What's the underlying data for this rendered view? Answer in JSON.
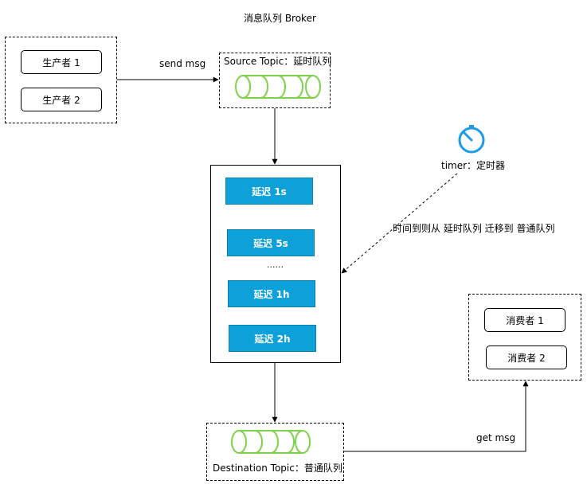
{
  "title": "消息队列 Broker",
  "producers": [
    "生产者 1",
    "生产者 2"
  ],
  "send_label": "send msg",
  "source_topic_label": "Source Topic：延时队列",
  "delays": [
    "延迟 1s",
    "延迟 5s",
    "......",
    "延迟 1h",
    "延迟 2h"
  ],
  "timer_label": "timer：定时器",
  "migrate_label": "时间到则从 延时队列 迁移到 普通队列",
  "dest_topic_label": "Destination Topic：普通队列",
  "get_label": "get msg",
  "consumers": [
    "消费者 1",
    "消费者 2"
  ],
  "colors": {
    "delay_fill": "#0ea0d8",
    "queue_green": "#7fd149",
    "timer_blue": "#1e9be8"
  }
}
